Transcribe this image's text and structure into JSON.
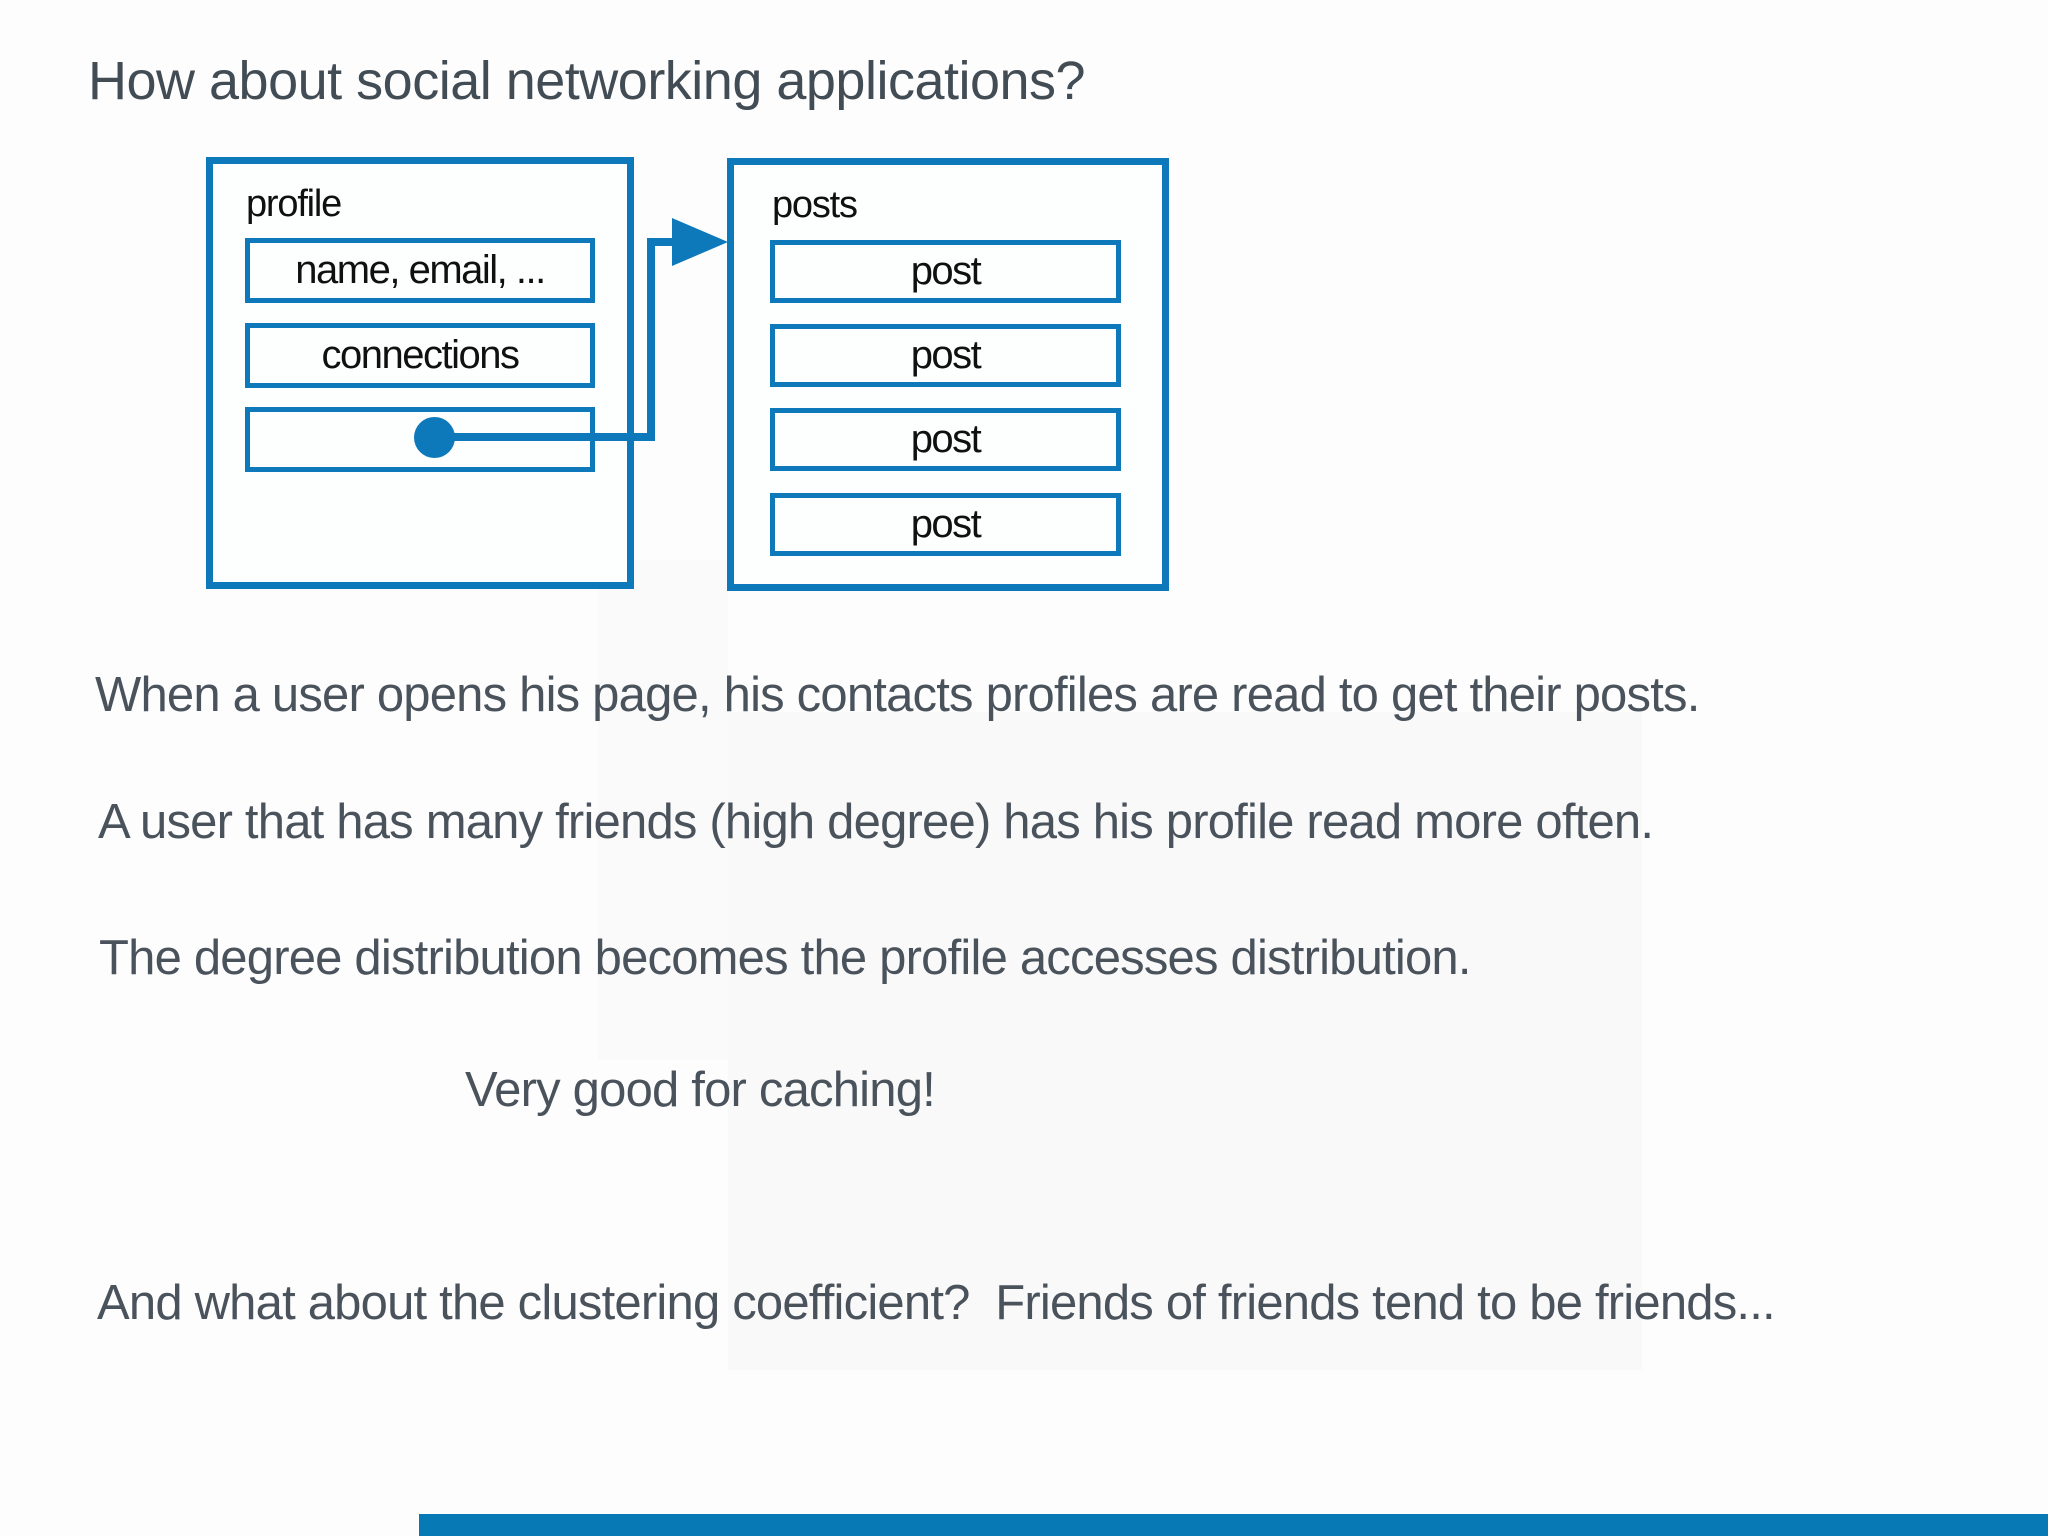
{
  "slide": {
    "title": "How about social networking applications?",
    "paragraphs": [
      {
        "text": "When a user opens his page, his contacts profiles are read to get their posts."
      },
      {
        "text": "A user that has many friends (high degree) has his profile read more often."
      },
      {
        "text": "The degree distribution becomes the profile accesses distribution."
      },
      {
        "text": "Very good for caching!"
      },
      {
        "text": "And what about the clustering coefficient?  Friends of friends tend to be friends..."
      }
    ]
  },
  "diagram": {
    "profile": {
      "label": "profile",
      "fields": [
        "name, email, ...",
        "connections",
        ""
      ]
    },
    "posts": {
      "label": "posts",
      "items": [
        "post",
        "post",
        "post",
        "post"
      ]
    },
    "link": "connections-field points to posts record"
  },
  "colors": {
    "accent_blue": "#0d79ba",
    "footer_bar_blue": "#0779b5",
    "title_text": "#424c54",
    "body_text": "#4a535c",
    "diagram_text": "#101010"
  }
}
